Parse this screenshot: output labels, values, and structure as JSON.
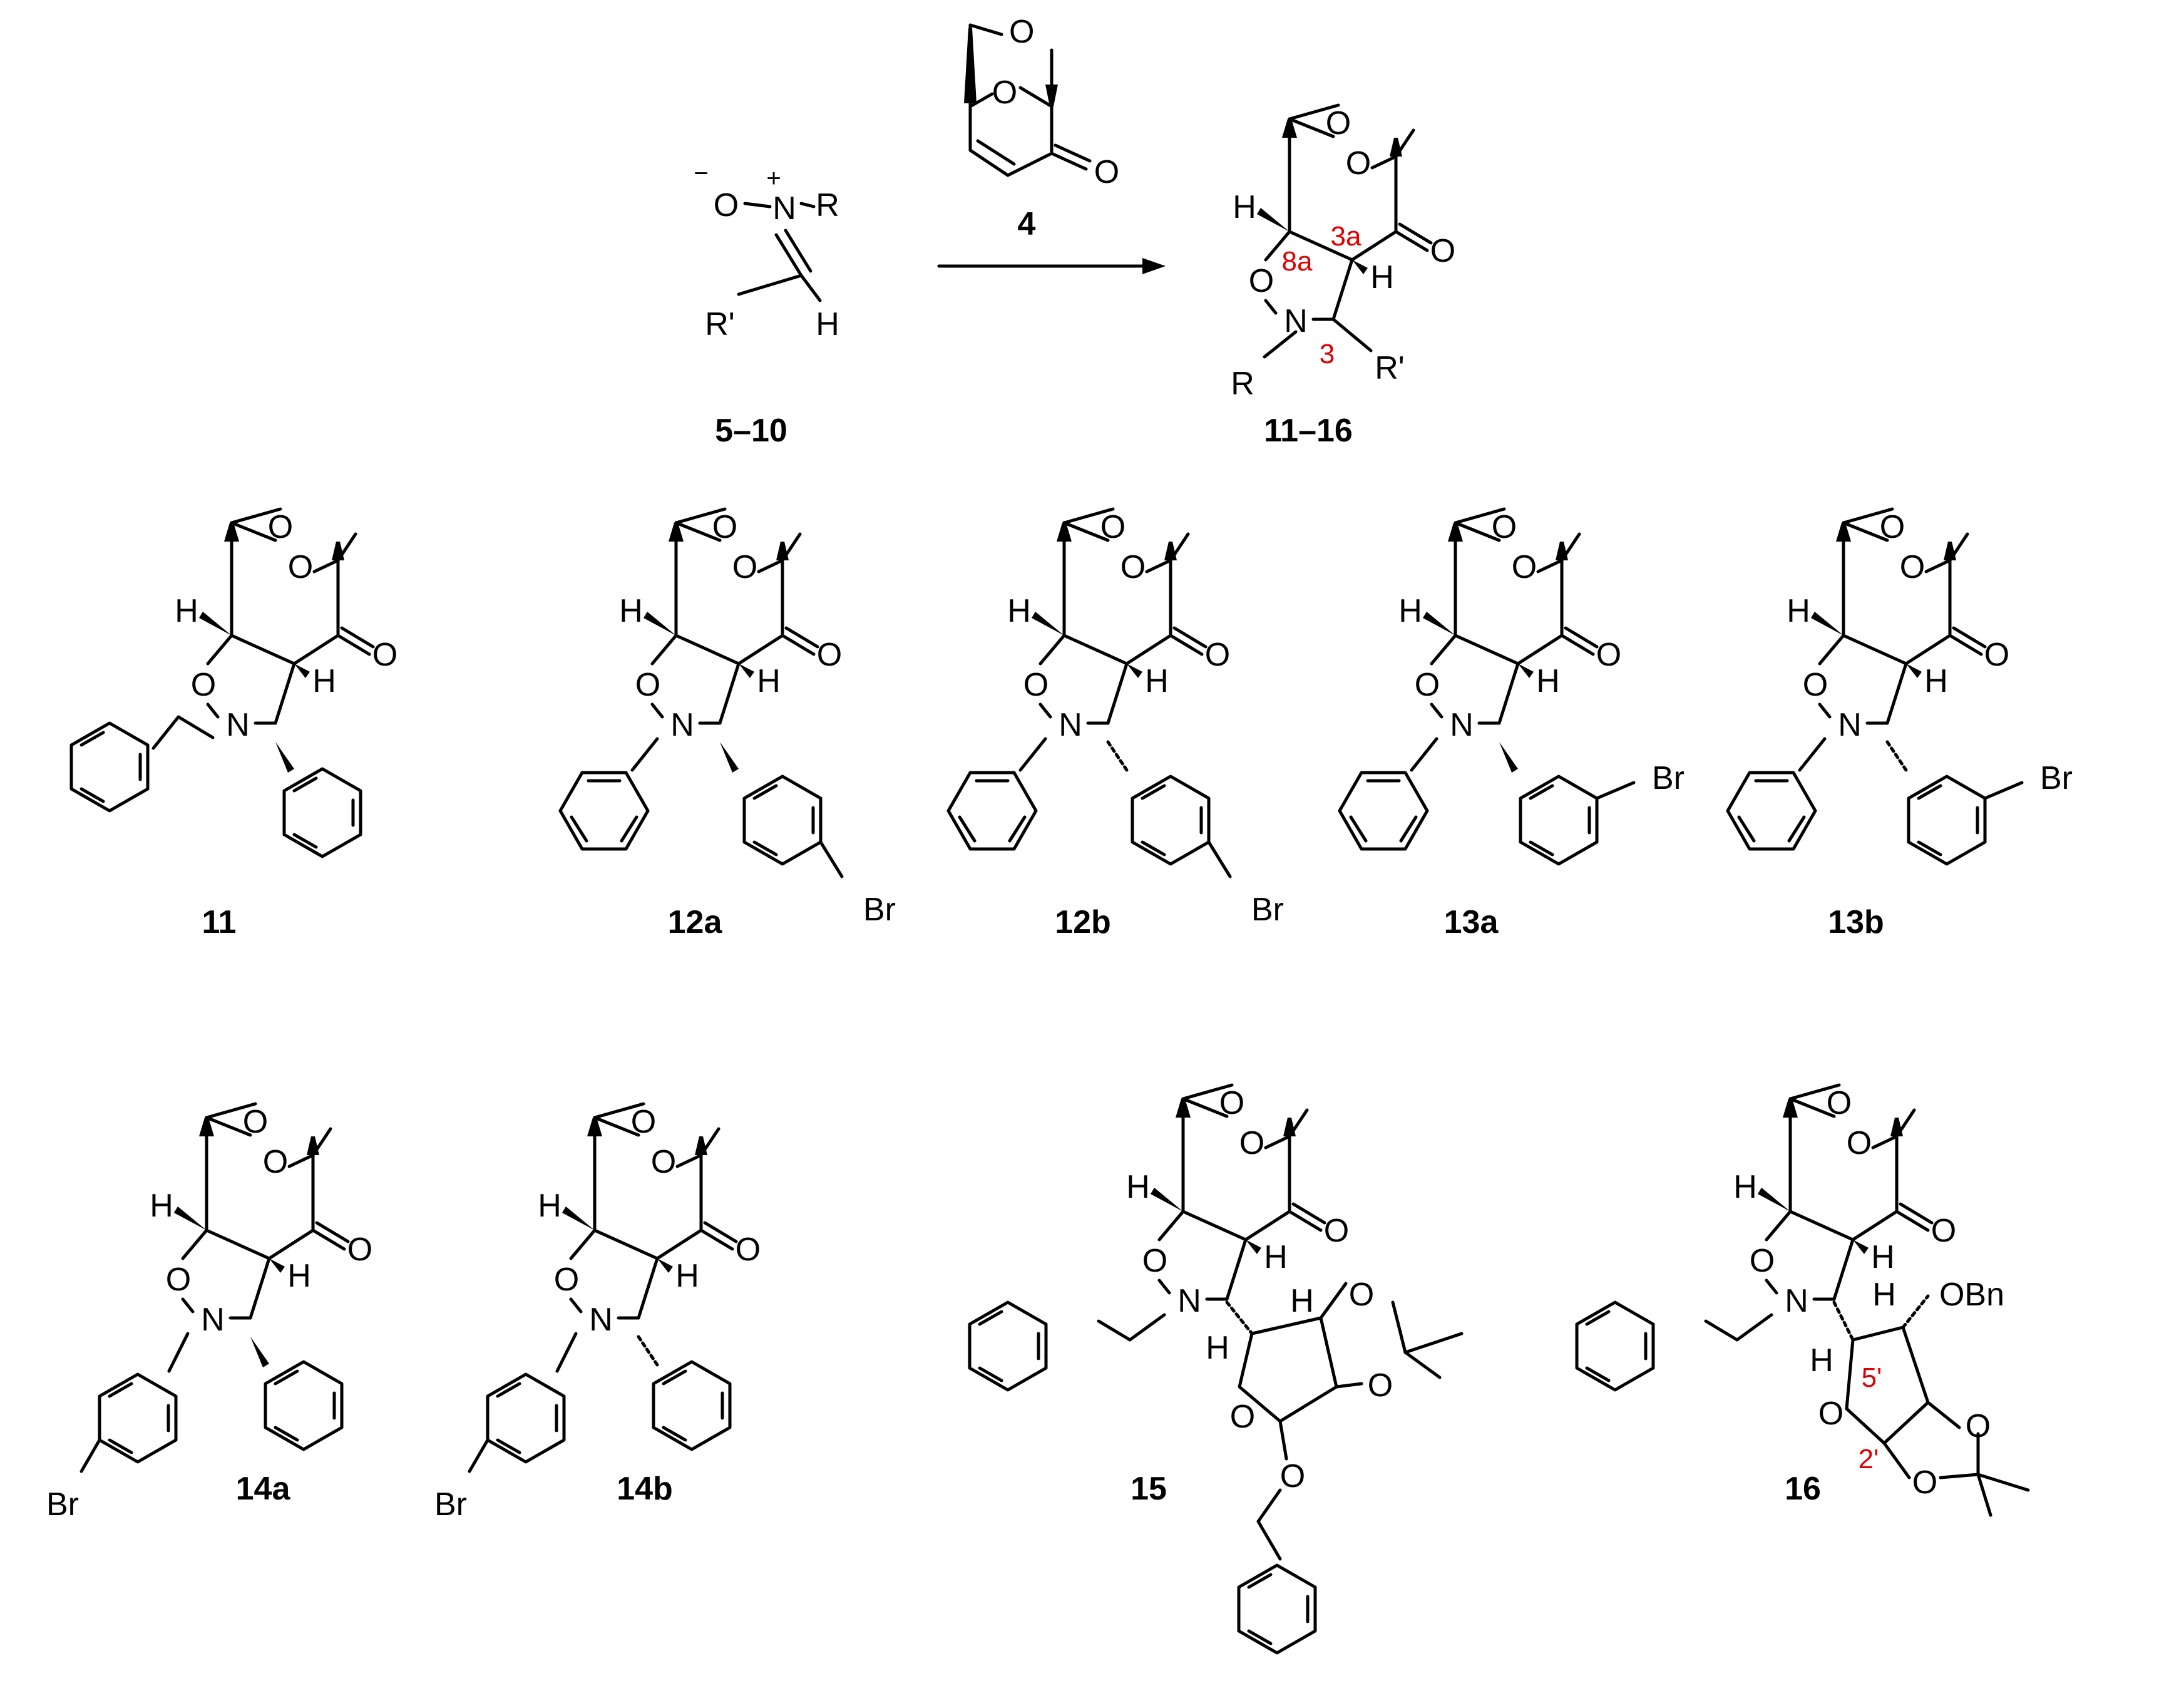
{
  "scheme": {
    "reagent_label": "4",
    "nitrone_label": "5–10",
    "product_label": "11–16"
  },
  "atoms": {
    "O": "O",
    "N": "N",
    "H": "H",
    "R": "R",
    "R_prime": "R'",
    "Br": "Br",
    "OBn": "OBn",
    "plus": "+",
    "minus": "−"
  },
  "locants": {
    "c8a": "8a",
    "c3a": "3a",
    "c3": "3",
    "c5p": "5'",
    "c2p": "2'"
  },
  "compounds": [
    {
      "label": "11"
    },
    {
      "label": "12a"
    },
    {
      "label": "12b"
    },
    {
      "label": "13a"
    },
    {
      "label": "13b"
    },
    {
      "label": "14a"
    },
    {
      "label": "14b"
    },
    {
      "label": "15"
    },
    {
      "label": "16"
    }
  ],
  "colors": {
    "bond": "#000000",
    "locant": "#e00000",
    "background": "#ffffff"
  }
}
